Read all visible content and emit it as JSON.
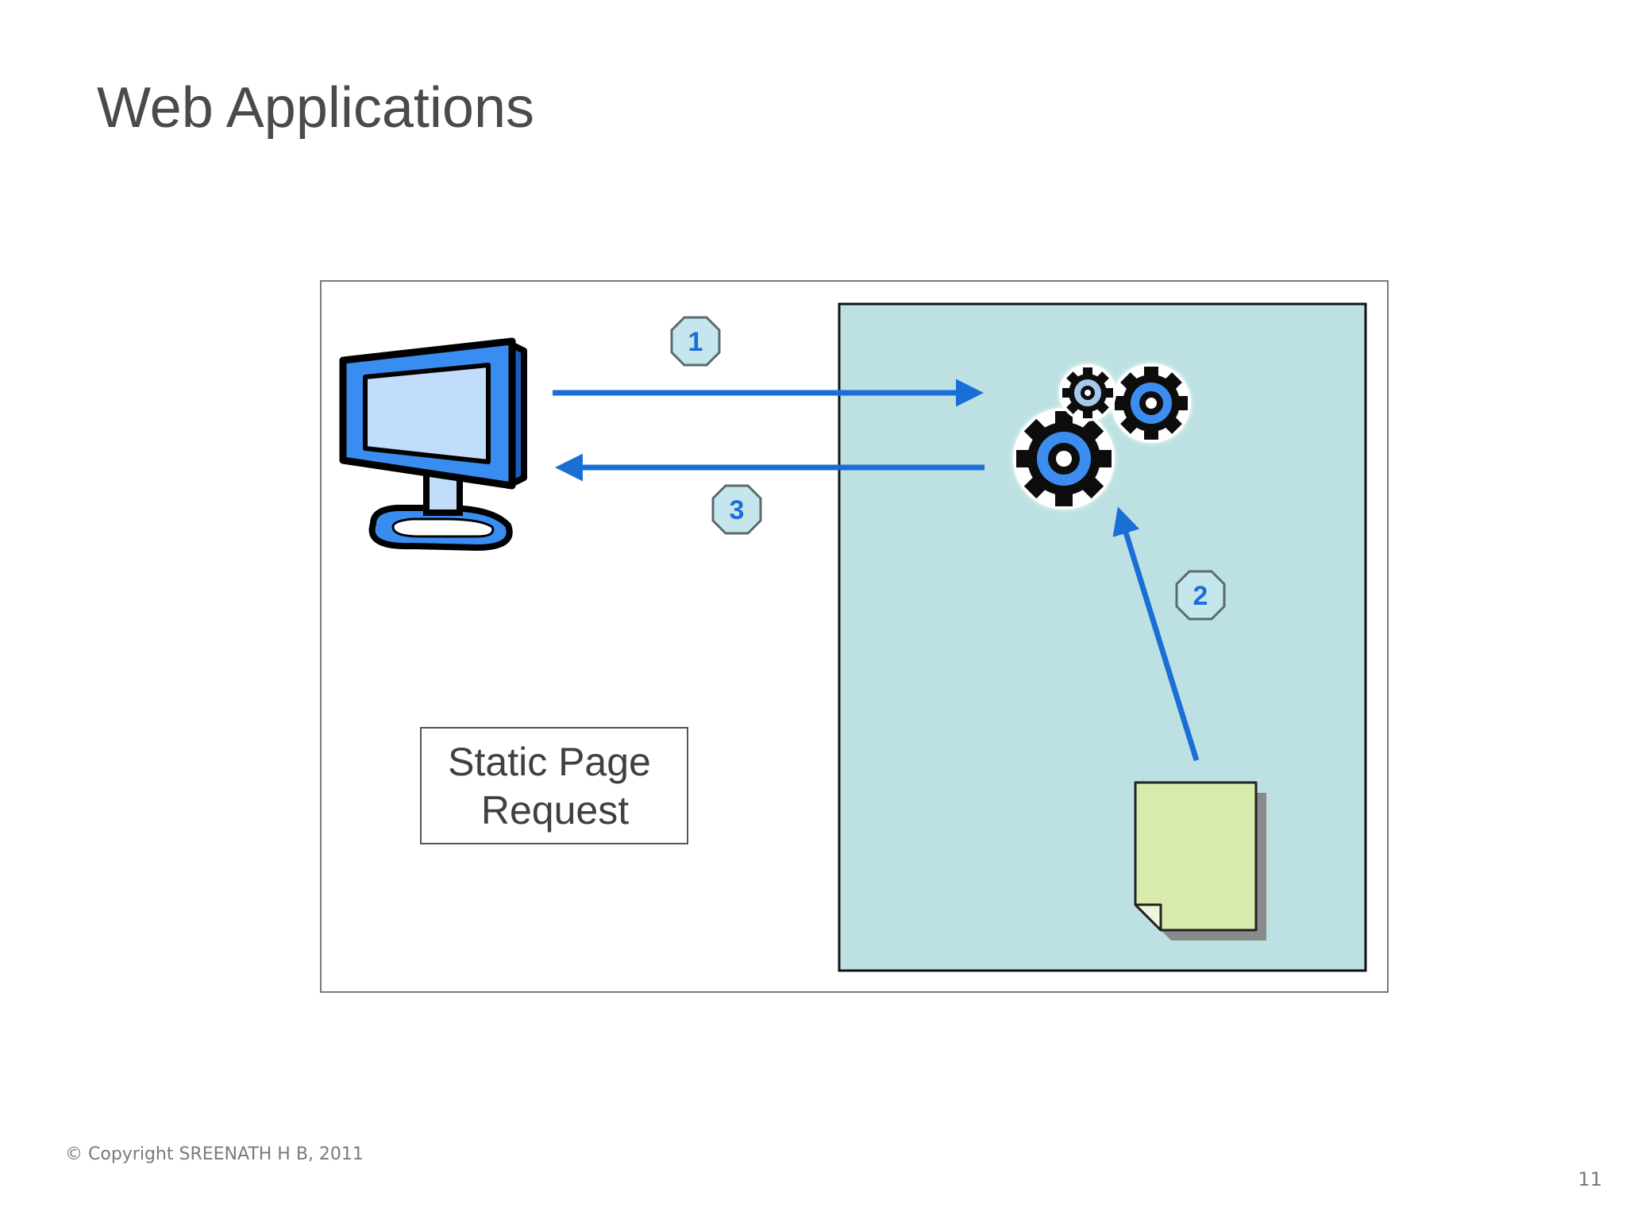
{
  "slide": {
    "title": "Web Applications",
    "copyright": "© Copyright SREENATH H B, 2011",
    "page_number": "11"
  },
  "diagram": {
    "label_line1": "Static Page",
    "label_line2": "Request",
    "steps": [
      "1",
      "2",
      "3"
    ],
    "icons": {
      "client": "computer-monitor-icon",
      "server": "gears-icon",
      "page": "document-icon"
    },
    "colors": {
      "arrow": "#1a6fd6",
      "server_panel": "#bde1e3",
      "document": "#d8eaac",
      "step_badge": "#c6e6ee",
      "monitor": "#3a8df0",
      "screen": "#c2dcfb"
    }
  }
}
